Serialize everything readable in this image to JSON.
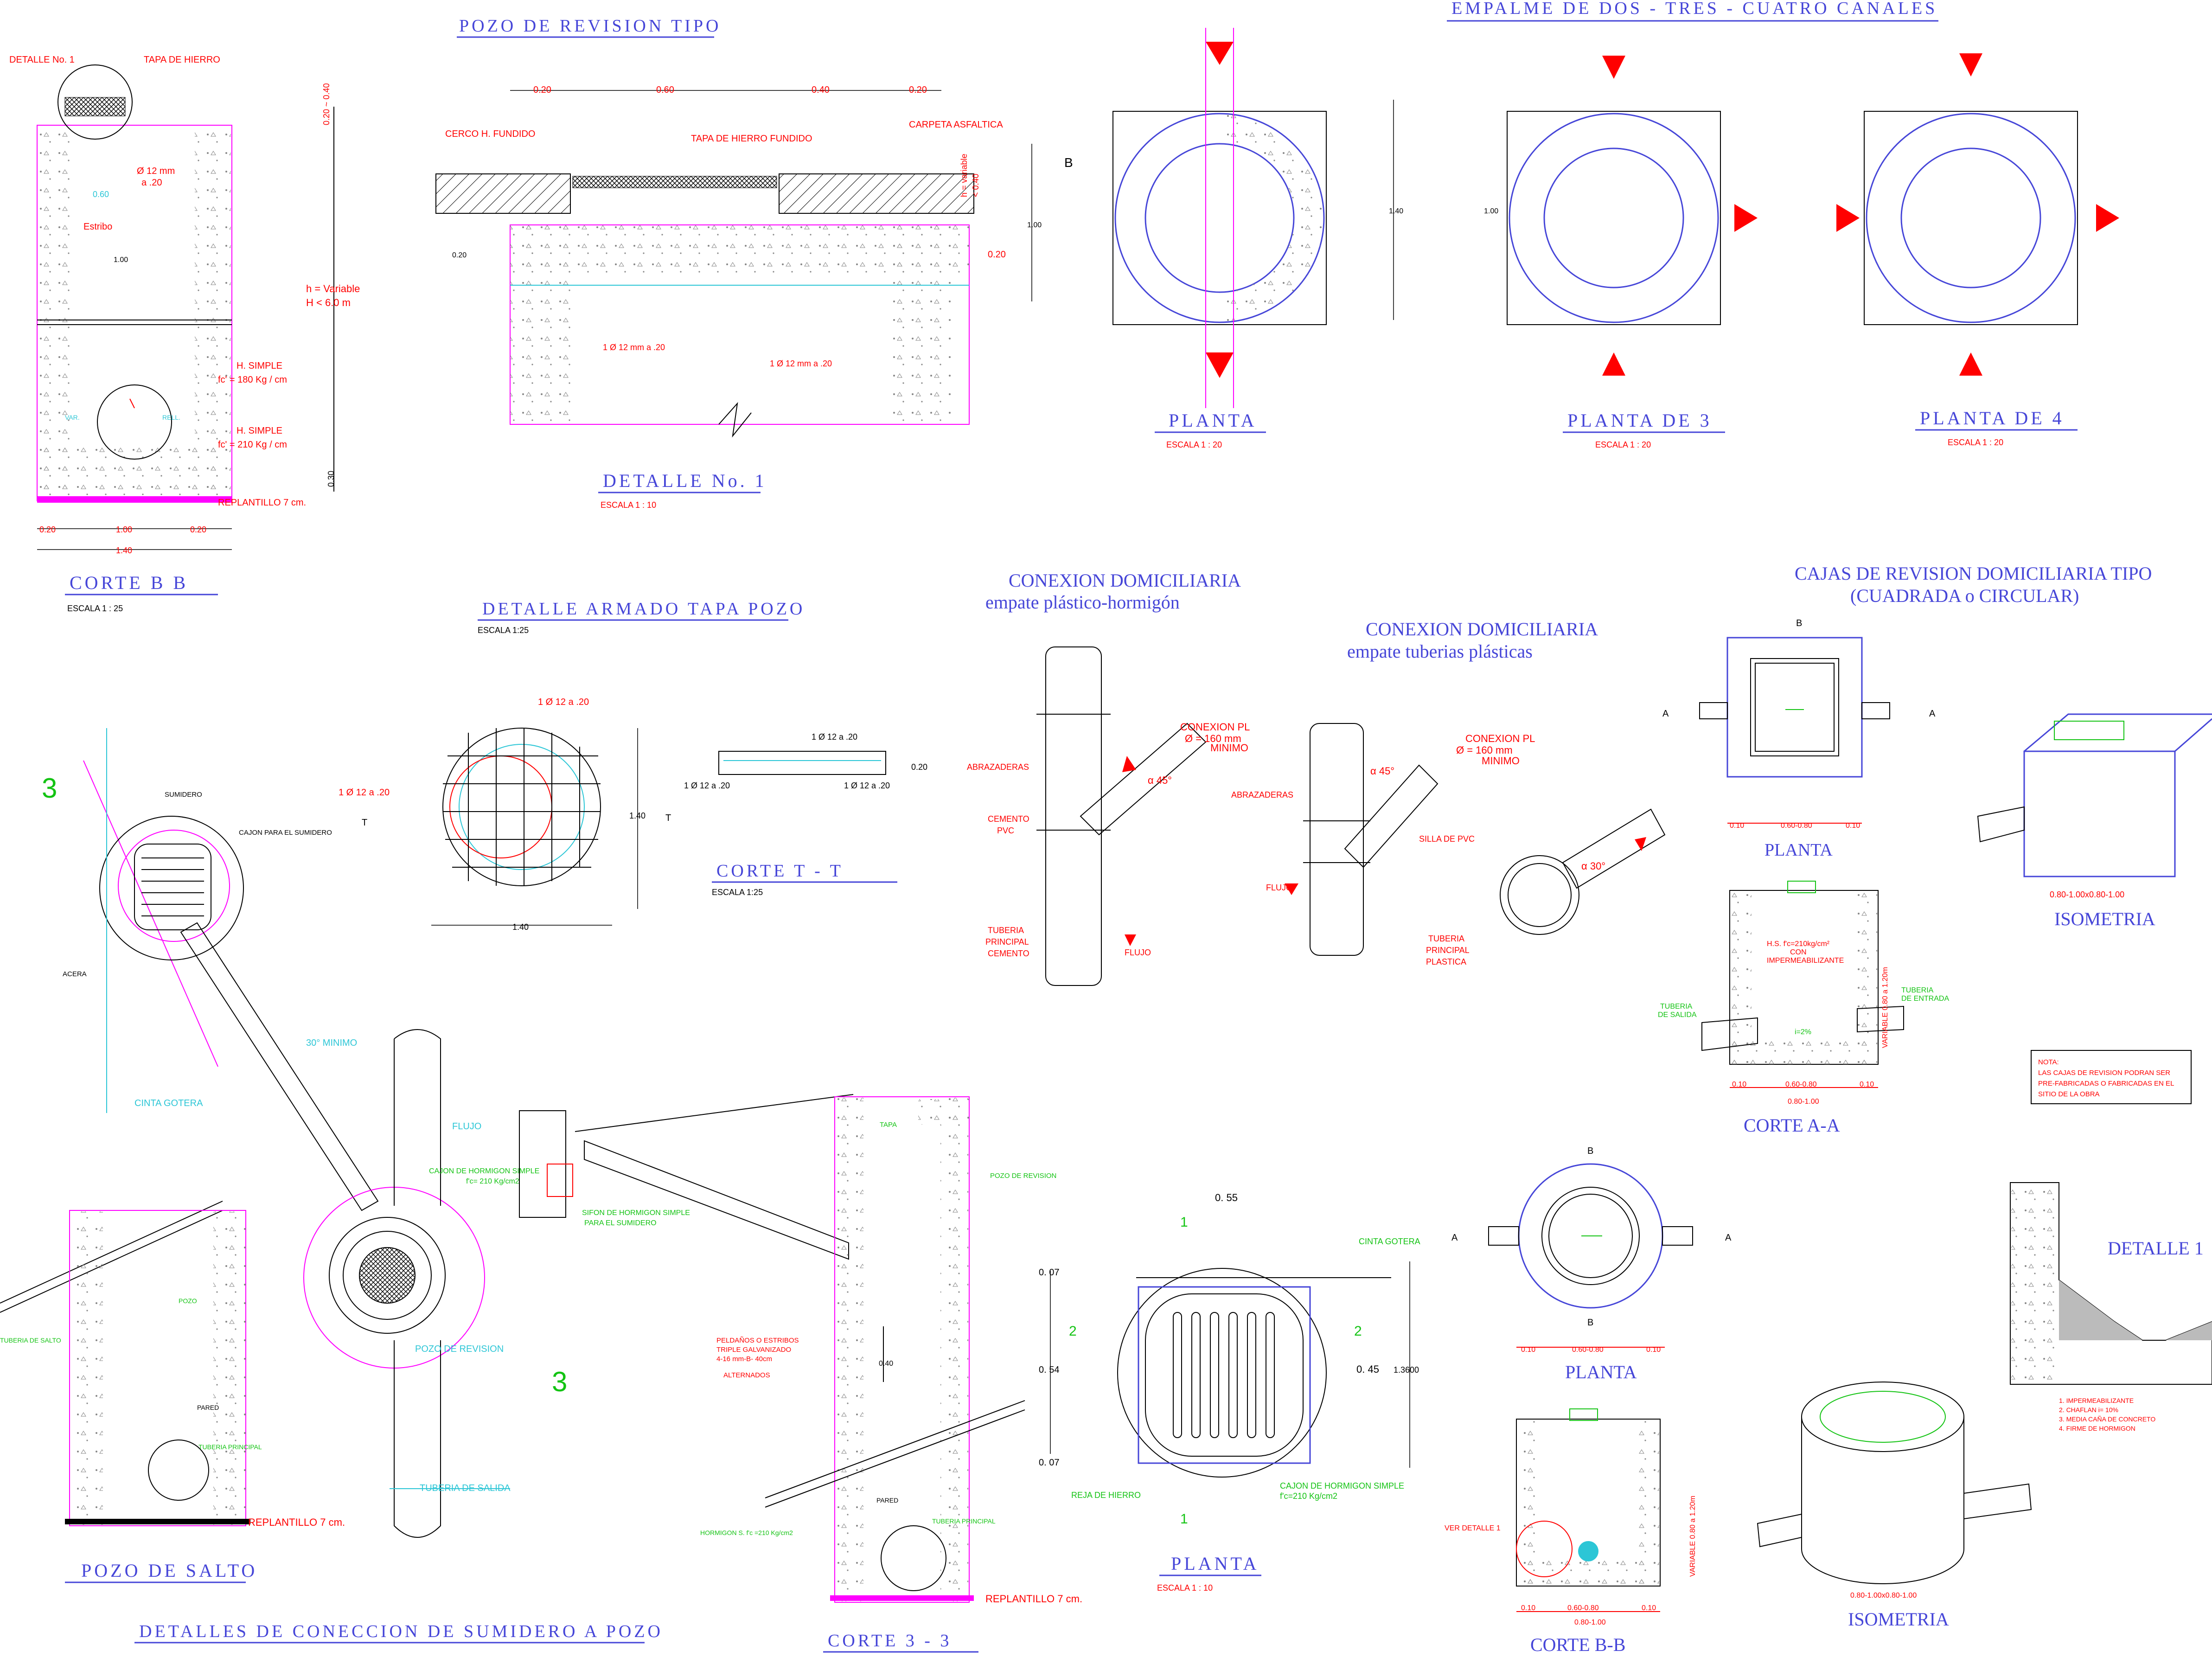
{
  "titles": {
    "pozo_revision": "POZO DE REVISION TIPO",
    "empalme": "EMPALME DE DOS - TRES - CUATRO CANALES",
    "corte_bb": "CORTE B B",
    "detalle_no1": "DETALLE No. 1",
    "planta": "PLANTA",
    "planta_de3": "PLANTA DE 3",
    "planta_de4": "PLANTA DE 4",
    "detalle_armado": "DETALLE ARMADO TAPA POZO",
    "corte_tt": "CORTE T - T",
    "conexion1_a": "CONEXION DOMICILIARIA",
    "conexion1_b": "empate plástico-hormigón",
    "conexion2_a": "CONEXION DOMICILIARIA",
    "conexion2_b": "empate tuberias plásticas",
    "cajas_a": "CAJAS DE REVISION DOMICILIARIA TIPO",
    "cajas_b": "(CUADRADA o CIRCULAR)",
    "planta_caja": "PLANTA",
    "isometria": "ISOMETRIA",
    "corte_aa": "CORTE A-A",
    "pozo_salto": "POZO DE SALTO",
    "detalles_conexion": "DETALLES DE CONECCION DE SUMIDERO A POZO",
    "corte_33": "CORTE 3 - 3",
    "planta_sumidero": "PLANTA",
    "planta_circ": "PLANTA",
    "corte_b_b2": "CORTE B-B",
    "isometria2": "ISOMETRIA",
    "detalle_1": "DETALLE 1"
  },
  "scales": {
    "corte_bb": "ESCALA   1 : 25",
    "detalle_no1": "ESCALA   1 : 10",
    "planta": "ESCALA      1 : 20",
    "planta_de3": "ESCALA      1 : 20",
    "planta_de4": "ESCALA      1 : 20",
    "detalle_armado": "ESCALA            1:25",
    "corte_tt": "ESCALA            1:25",
    "planta_sumidero": "ESCALA   1 : 10"
  },
  "corte_bb": {
    "detalle": "DETALLE No. 1",
    "tapa": "TAPA DE HIERRO",
    "d060": "0.60",
    "phi": "Ø 12 mm",
    "phi2": "a .20",
    "estribo": "Estribo",
    "d100": "1.00",
    "h1": "h = Variable",
    "h2": "H < 6.0 m",
    "hs1": "H. SIMPLE",
    "hs1b": "fc' = 180 Kg / cm",
    "hs2": "H. SIMPLE",
    "hs2b": "fc' = 210 Kg / cm",
    "repl": "REPLANTILLO 7 cm.",
    "b020a": "0.20",
    "b100": "1.00",
    "b020b": "0.20",
    "b140": "1.40",
    "v020": "0.20 ~ 0.40",
    "v030": "0.30",
    "var": "VAR.",
    "rel": "RELL."
  },
  "detalle1": {
    "top": [
      "0.20",
      "0.60",
      "0.40",
      "0.20"
    ],
    "cerco": "CERCO H. FUNDIDO",
    "tapa": "TAPA DE HIERRO FUNDIDO",
    "carpeta": "CARPETA ASFALTICA",
    "h1": "h = variable",
    "h2": "< 0.40",
    "d100": "1.00",
    "d020": "0.20",
    "d020b": "0.20",
    "phi1": "1 Ø 12 mm a .20",
    "phi2": "1 Ø 12 mm a .20"
  },
  "planta": {
    "b": "B",
    "d140": "1.40",
    "d100": "1.00"
  },
  "armado": {
    "l1": "1 Ø 12 a .20",
    "l2": "1 Ø 12 a .20",
    "d140v": "1.40",
    "d140h": "1.40",
    "t": "T",
    "ctt1": "1 Ø 12 a .20",
    "ctt2": "1 Ø 12 a .20",
    "ctt3": "1 Ø 12 a .20",
    "ctt_d": "0.20"
  },
  "conexion1": {
    "pl": "CONEXION PL",
    "phi": "Ø = 160 mm",
    "min": "MINIMO",
    "a45": "α 45°",
    "abraz": "ABRAZADERAS",
    "cem1": "CEMENTO",
    "cem2": "PVC",
    "tub1": "TUBERIA",
    "tub2": "PRINCIPAL",
    "tub3": "CEMENTO",
    "flujo": "FLUJO"
  },
  "conexion2": {
    "pl": "CONEXION PL",
    "phi": "Ø = 160 mm",
    "min": "MINIMO",
    "a45": "α 45°",
    "a30": "α 30°",
    "abraz": "ABRAZADERAS",
    "silla": "SILLA DE PVC",
    "flujo": "FLUJO",
    "tub1": "TUBERIA",
    "tub2": "PRINCIPAL",
    "tub3": "PLASTICA"
  },
  "cajas": {
    "a": "A",
    "b": "B",
    "pdims": [
      "0.10",
      "0.60-0.80",
      "0.10"
    ],
    "iso_dim": "0.80-1.00x0.80-1.00",
    "ca_dims": [
      "0.10",
      "0.60-0.80",
      "0.10"
    ],
    "ca_tot": "0.80-1.00",
    "hs": "H.S. f'c=210kg/cm²",
    "con": "CON",
    "imp": "IMPERMEABILIZANTE",
    "tsal1": "TUBERIA",
    "tsal2": "DE SALIDA",
    "tent1": "TUBERIA",
    "tent2": "DE ENTRADA",
    "i2": "i=2%",
    "var": "VARIABLE 0.80 a 1.20m",
    "nota": [
      "NOTA:",
      "LAS CAJAS DE REVISION PODRAN SER",
      "PRE-FABRICADAS O FABRICADAS EN EL",
      "SITIO DE LA OBRA"
    ],
    "circ_dims": [
      "0.10",
      "0.60-0.80",
      "0.10"
    ],
    "circ_tot": "0.80-1.00",
    "ver": "VER DETALLE 1",
    "iso2_dim": "0.80-1.00x0.80-1.00",
    "det": [
      "1. IMPERMEABILIZANTE",
      "2. CHAFLAN i= 10%",
      "3. MEDIA CAÑA DE CONCRETO",
      "4. FIRME DE HORMIGON"
    ]
  },
  "sumidero": {
    "sum": "SUMIDERO",
    "cajon": "CAJON PARA EL SUMIDERO",
    "acera": "ACERA",
    "min30": "30° MINIMO",
    "cinta": "CINTA GOTERA",
    "flujo": "FLUJO",
    "pozo": "POZO DE REVISION",
    "tsal": "TUBERIA DE SALIDA",
    "three": "3"
  },
  "pozo_salto": {
    "tsal": "TUBERIA DE SALTO",
    "pozo": "POZO",
    "pared": "PARED",
    "tp": "TUBERIA PRINCIPAL",
    "repl": "REPLANTILLO 7 cm."
  },
  "corte33": {
    "cajon1": "CAJON DE HORMIGON SIMPLE",
    "cajon2": "f'c= 210 Kg/cm2",
    "sifon1": "SIFON DE HORMIGON SIMPLE",
    "sifon2": "PARA EL SUMIDERO",
    "tapa": "TAPA",
    "pozo": "POZO DE REVISION",
    "pel1": "PELDAÑOS O ESTRIBOS",
    "pel2": "TRIPLE GALVANIZADO",
    "pel3": "4-16 mm-B- 40cm",
    "pel4": "ALTERNADOS",
    "d040": "0.40",
    "pared": "PARED",
    "horm": "HORMIGON S. f'c =210 Kg/cm2",
    "tp": "TUBERIA PRINCIPAL",
    "repl": "REPLANTILLO 7 cm."
  },
  "planta_sum": {
    "d055": "0. 55",
    "d007a": "0. 07",
    "d054": "0. 54",
    "d007b": "0. 07",
    "d045": "0. 45",
    "d136": "1.3600",
    "cinta": "CINTA GOTERA",
    "reja": "REJA DE HIERRO",
    "cajon1": "CAJON DE HORMIGON SIMPLE",
    "cajon2": "f'c=210 Kg/cm2",
    "n1": "1",
    "n2": "2"
  }
}
